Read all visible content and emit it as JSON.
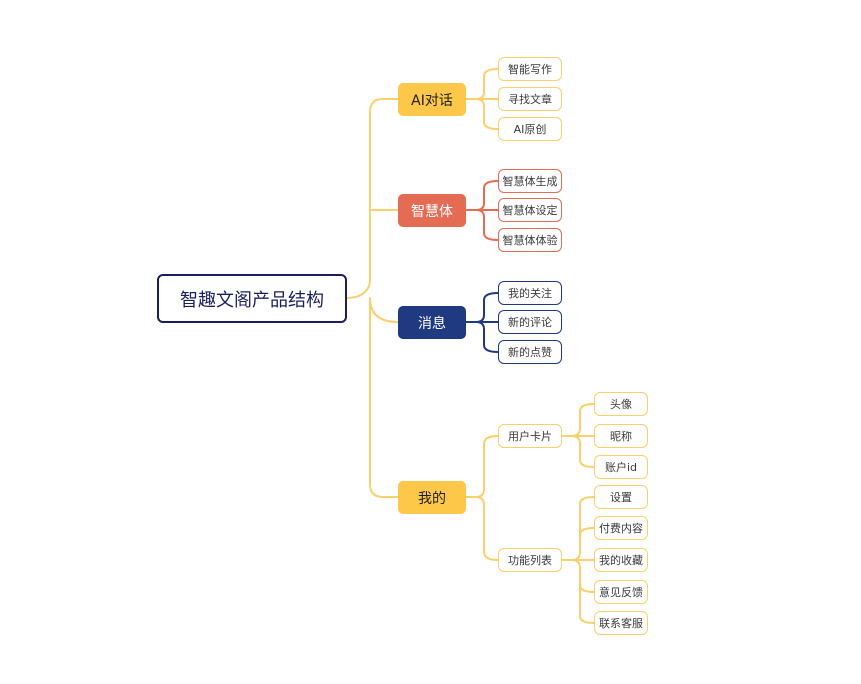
{
  "root": "智趣文阁产品结构",
  "colors": {
    "yellow": "#fdc84a",
    "yellow_line": "#fbcf6c",
    "red": "#e46c55",
    "navy": "#1f3a80",
    "root_border": "#1a1f5c"
  },
  "branches": [
    {
      "label": "AI对话",
      "children": [
        "智能写作",
        "寻找文章",
        "AI原创"
      ]
    },
    {
      "label": "智慧体",
      "children": [
        "智慧体生成",
        "智慧体设定",
        "智慧体体验"
      ]
    },
    {
      "label": "消息",
      "children": [
        "我的关注",
        "新的评论",
        "新的点赞"
      ]
    },
    {
      "label": "我的",
      "groups": [
        {
          "label": "用户卡片",
          "children": [
            "头像",
            "昵称",
            "账户id"
          ]
        },
        {
          "label": "功能列表",
          "children": [
            "设置",
            "付费内容",
            "我的收藏",
            "意见反馈",
            "联系客服"
          ]
        }
      ]
    }
  ]
}
